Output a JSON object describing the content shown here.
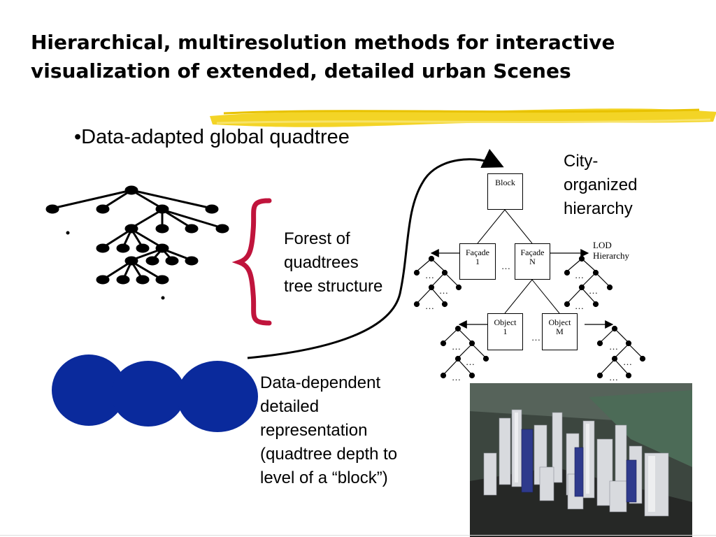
{
  "slide": {
    "title": "Hierarchical, multiresolution methods for interactive visualization of extended, detailed urban Scenes",
    "bullet": "•Data-adapted global quadtree",
    "forest_label": [
      "Forest of",
      "quadtrees",
      "tree structure"
    ],
    "data_dependent_label": [
      "Data-dependent",
      "detailed",
      "representation",
      "(quadtree depth to",
      "level of a “block”)"
    ],
    "city_label": [
      "City-",
      "organized",
      "hierarchy"
    ],
    "lod_label": [
      "LOD",
      "Hierarchy"
    ]
  },
  "hierarchy": {
    "block": "Block",
    "facade_1": [
      "Façade",
      "1"
    ],
    "facade_n": [
      "Façade",
      "N"
    ],
    "object_1": [
      "Object",
      "1"
    ],
    "object_m": [
      "Object",
      "M"
    ],
    "ellipsis": "…"
  },
  "colors": {
    "brace": "#c0143c",
    "circles": "#0a2a9c",
    "highlighter": "#f2d21a"
  },
  "icons": {
    "city_render": "3d-city-rendering-image"
  }
}
